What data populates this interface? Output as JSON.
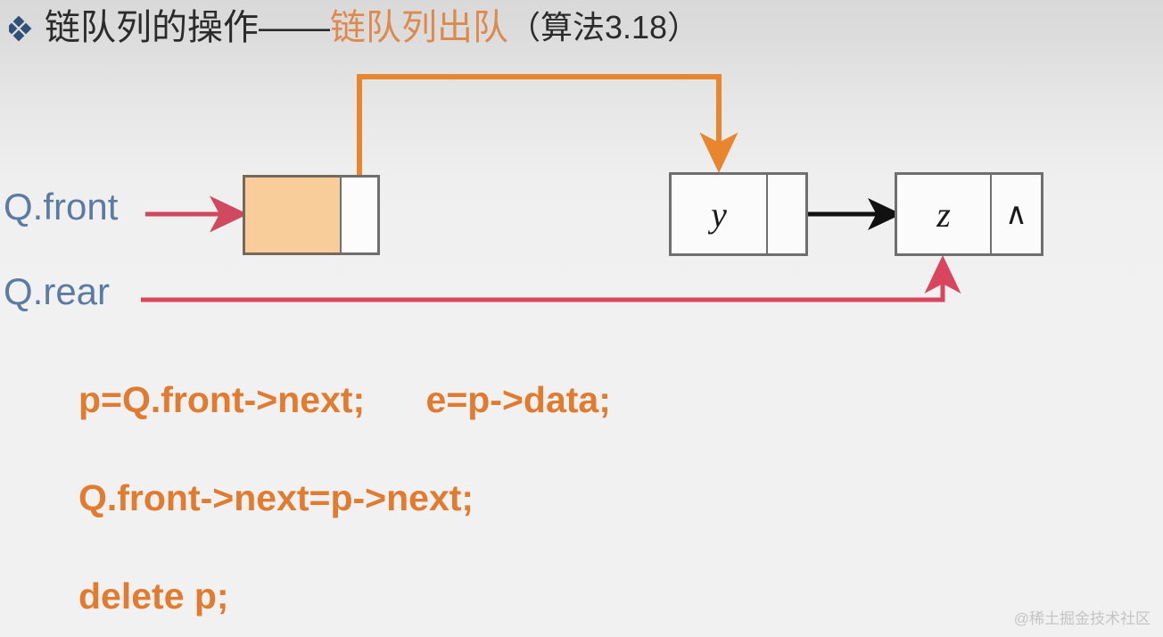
{
  "slide": {
    "background_top": "#d9d9d9",
    "background_bottom": "#f1f1f1"
  },
  "title": {
    "bullet_icon": "four-diamond-bullet-icon",
    "bullet_color": "#2f5178",
    "main": "链队列的操作",
    "dash": "——",
    "accent": "链队列出队",
    "accent_color": "#dd8a4e",
    "tail": "（算法3.18）"
  },
  "diagram": {
    "labels": {
      "front": "Q.front",
      "rear": "Q.rear",
      "color": "#5c7ba3"
    },
    "nodes": [
      {
        "name": "head-node",
        "data": "",
        "next": "",
        "data_fill": "#f9cd9a"
      },
      {
        "name": "y-node",
        "data": "y",
        "next": ""
      },
      {
        "name": "z-node",
        "data": "z",
        "next": "∧"
      }
    ],
    "arrows": {
      "front_arrow_color": "#cf4a5e",
      "rear_arrow_color": "#d9455c",
      "reroute_arrow_color": "#e8852f",
      "link_arrow_color": "#111111"
    }
  },
  "code": {
    "line1": "p=Q.front->next;      e=p->data;",
    "line2": "Q.front->next=p->next;",
    "line3": "delete p;",
    "color": "#e07b2f"
  },
  "watermark": {
    "text": "@稀土掘金技术社区"
  }
}
